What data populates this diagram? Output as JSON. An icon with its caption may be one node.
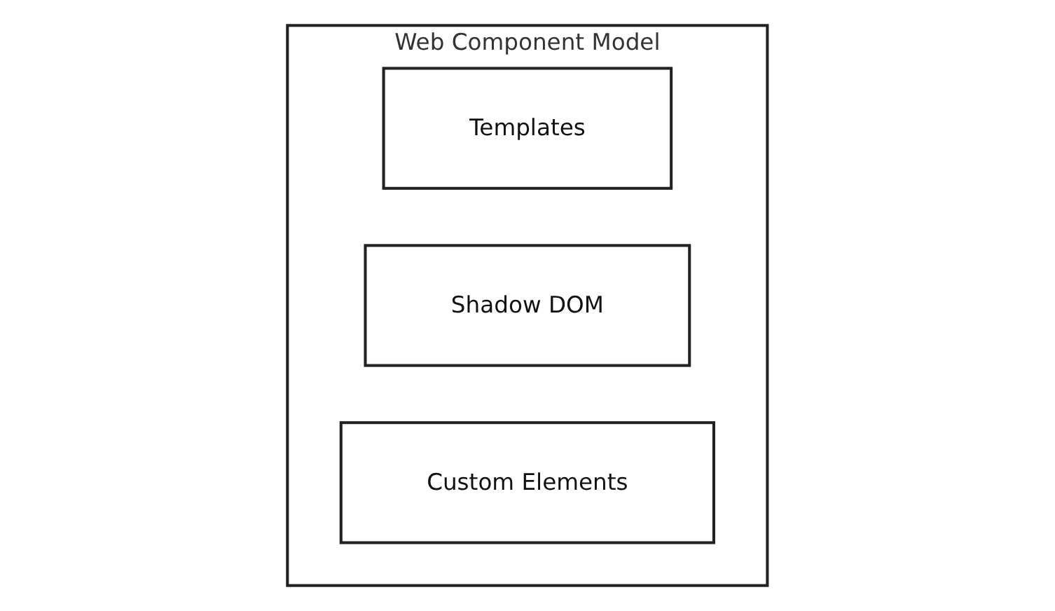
{
  "diagram": {
    "nodes": [
      {
        "text": [
          "Web Component Model"
        ]
      },
      {
        "text": [
          "Templates"
        ],
        "in": 0
      },
      {
        "text": [
          "Shadow DOM"
        ],
        "in": 0
      },
      {
        "text": [
          "Custom Elements"
        ],
        "in": 0
      }
    ]
  }
}
